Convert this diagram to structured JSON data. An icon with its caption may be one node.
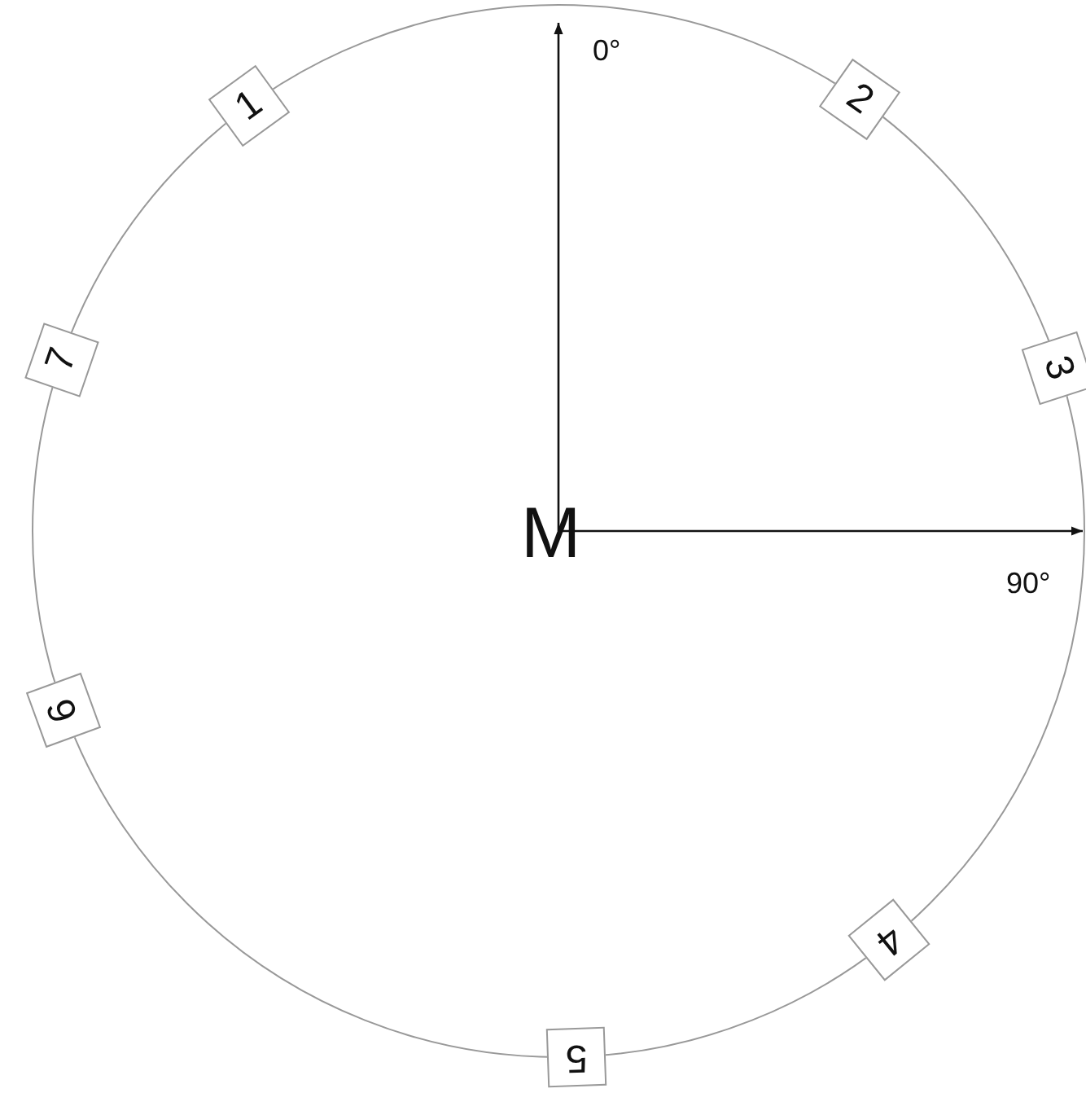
{
  "diagram": {
    "nodes": [
      {
        "text": [
          "1"
        ]
      },
      {
        "text": [
          "2"
        ]
      },
      {
        "text": [
          "7"
        ]
      },
      {
        "text": [
          "3"
        ]
      },
      {
        "text": [
          "6"
        ]
      },
      {
        "text": [
          "4"
        ]
      },
      {
        "text": [
          "5"
        ]
      }
    ],
    "labels": [
      "0°",
      "M",
      "90°"
    ]
  }
}
